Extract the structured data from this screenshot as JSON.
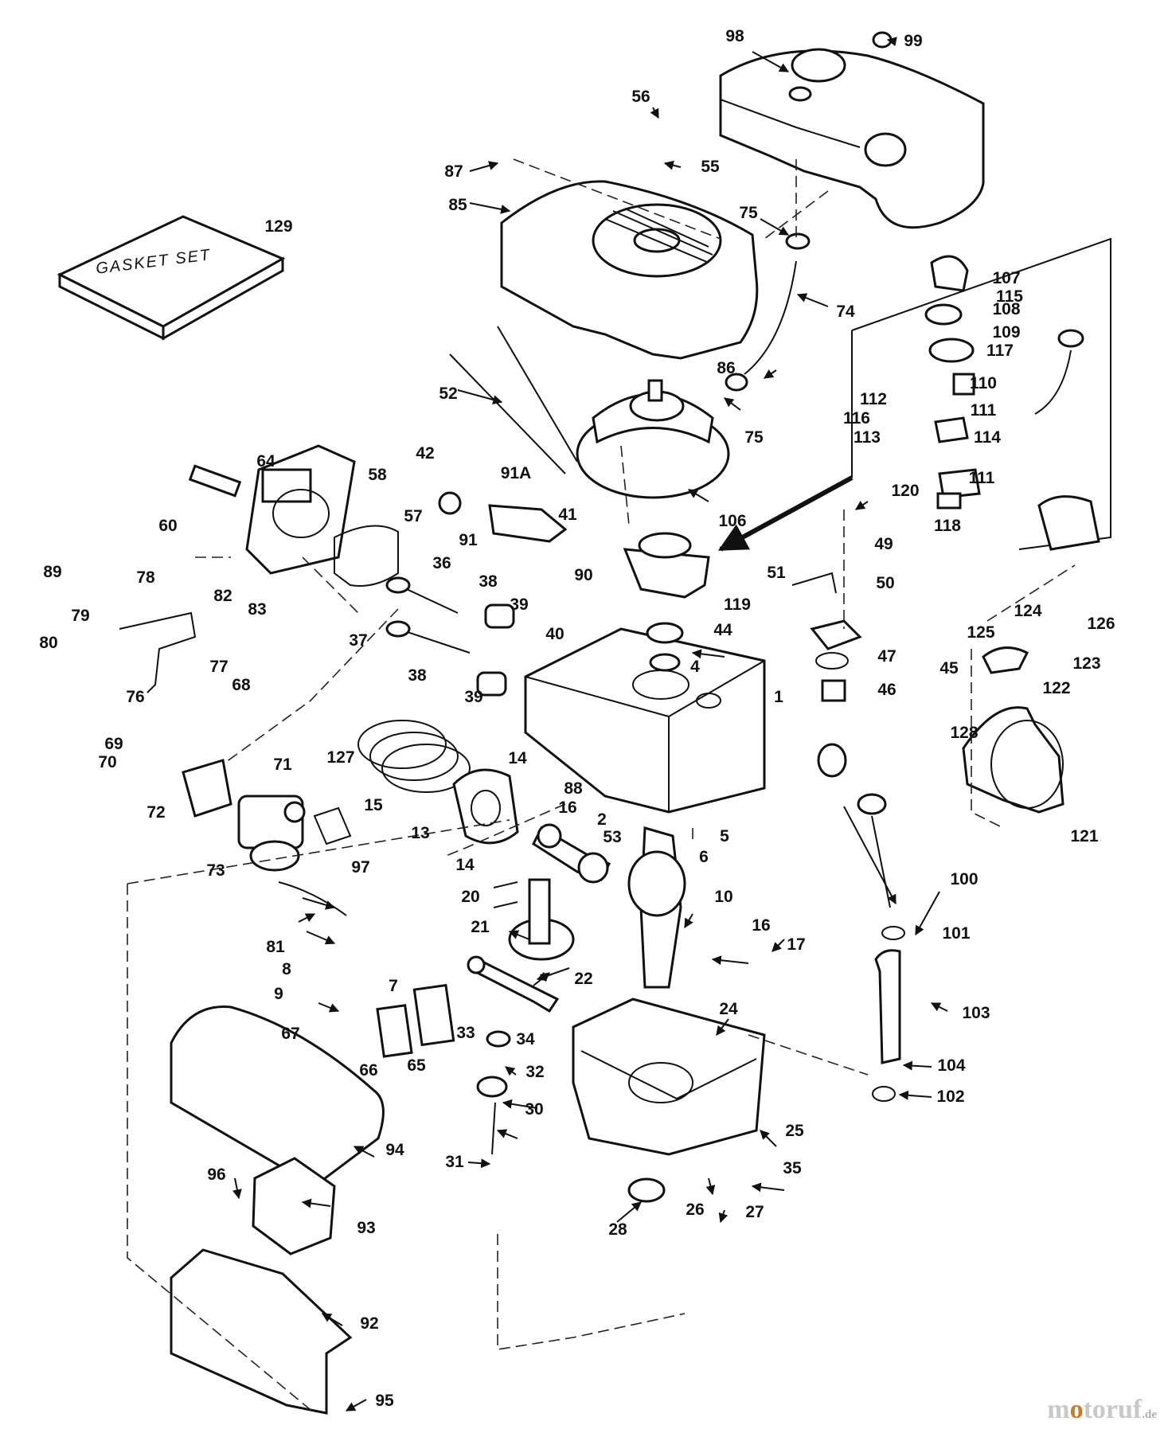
{
  "diagram": {
    "gasket_text": "GASKET SET",
    "callouts": [
      {
        "id": "c98",
        "text": "98"
      },
      {
        "id": "c99",
        "text": "99"
      },
      {
        "id": "c56",
        "text": "56"
      },
      {
        "id": "c55",
        "text": "55"
      },
      {
        "id": "c87",
        "text": "87"
      },
      {
        "id": "c85",
        "text": "85"
      },
      {
        "id": "c75a",
        "text": "75"
      },
      {
        "id": "c129",
        "text": "129"
      },
      {
        "id": "c74",
        "text": "74"
      },
      {
        "id": "c107",
        "text": "107"
      },
      {
        "id": "c115",
        "text": "115"
      },
      {
        "id": "c108",
        "text": "108"
      },
      {
        "id": "c109",
        "text": "109"
      },
      {
        "id": "c117",
        "text": "117"
      },
      {
        "id": "c110",
        "text": "110"
      },
      {
        "id": "c86",
        "text": "86"
      },
      {
        "id": "c52",
        "text": "52"
      },
      {
        "id": "c112",
        "text": "112"
      },
      {
        "id": "c111a",
        "text": "111"
      },
      {
        "id": "c116",
        "text": "116"
      },
      {
        "id": "c113",
        "text": "113"
      },
      {
        "id": "c114",
        "text": "114"
      },
      {
        "id": "c75b",
        "text": "75"
      },
      {
        "id": "c42",
        "text": "42"
      },
      {
        "id": "c64",
        "text": "64"
      },
      {
        "id": "c58",
        "text": "58"
      },
      {
        "id": "c91A",
        "text": "91A"
      },
      {
        "id": "c111b",
        "text": "111"
      },
      {
        "id": "c120",
        "text": "120"
      },
      {
        "id": "c106",
        "text": "106"
      },
      {
        "id": "c41",
        "text": "41"
      },
      {
        "id": "c118",
        "text": "118"
      },
      {
        "id": "c60",
        "text": "60"
      },
      {
        "id": "c57",
        "text": "57"
      },
      {
        "id": "c91",
        "text": "91"
      },
      {
        "id": "c49",
        "text": "49"
      },
      {
        "id": "c36",
        "text": "36"
      },
      {
        "id": "c89",
        "text": "89"
      },
      {
        "id": "c82",
        "text": "82"
      },
      {
        "id": "c78",
        "text": "78"
      },
      {
        "id": "c83",
        "text": "83"
      },
      {
        "id": "c38a",
        "text": "38"
      },
      {
        "id": "c90",
        "text": "90"
      },
      {
        "id": "c51",
        "text": "51"
      },
      {
        "id": "c50",
        "text": "50"
      },
      {
        "id": "c119",
        "text": "119"
      },
      {
        "id": "c79",
        "text": "79"
      },
      {
        "id": "c39a",
        "text": "39"
      },
      {
        "id": "c126",
        "text": "126"
      },
      {
        "id": "c124",
        "text": "124"
      },
      {
        "id": "c44",
        "text": "44"
      },
      {
        "id": "c40",
        "text": "40"
      },
      {
        "id": "c80",
        "text": "80"
      },
      {
        "id": "c37",
        "text": "37"
      },
      {
        "id": "c125",
        "text": "125"
      },
      {
        "id": "c47",
        "text": "47"
      },
      {
        "id": "c123",
        "text": "123"
      },
      {
        "id": "c77",
        "text": "77"
      },
      {
        "id": "c4",
        "text": "4"
      },
      {
        "id": "c45",
        "text": "45"
      },
      {
        "id": "c38b",
        "text": "38"
      },
      {
        "id": "c122",
        "text": "122"
      },
      {
        "id": "c68",
        "text": "68"
      },
      {
        "id": "c46",
        "text": "46"
      },
      {
        "id": "c39b",
        "text": "39"
      },
      {
        "id": "c76",
        "text": "76"
      },
      {
        "id": "c1",
        "text": "1"
      },
      {
        "id": "c128",
        "text": "128"
      },
      {
        "id": "c69",
        "text": "69"
      },
      {
        "id": "c14a",
        "text": "14"
      },
      {
        "id": "c71",
        "text": "71"
      },
      {
        "id": "c127",
        "text": "127"
      },
      {
        "id": "c70",
        "text": "70"
      },
      {
        "id": "c88",
        "text": "88"
      },
      {
        "id": "c15",
        "text": "15"
      },
      {
        "id": "c16a",
        "text": "16"
      },
      {
        "id": "c72",
        "text": "72"
      },
      {
        "id": "c2",
        "text": "2"
      },
      {
        "id": "c13",
        "text": "13"
      },
      {
        "id": "c121",
        "text": "121"
      },
      {
        "id": "c53",
        "text": "53"
      },
      {
        "id": "c5",
        "text": "5"
      },
      {
        "id": "c6",
        "text": "6"
      },
      {
        "id": "c73",
        "text": "73"
      },
      {
        "id": "c97",
        "text": "97"
      },
      {
        "id": "c14b",
        "text": "14"
      },
      {
        "id": "c100",
        "text": "100"
      },
      {
        "id": "c20",
        "text": "20"
      },
      {
        "id": "c10",
        "text": "10"
      },
      {
        "id": "c101",
        "text": "101"
      },
      {
        "id": "c21",
        "text": "21"
      },
      {
        "id": "c81",
        "text": "81"
      },
      {
        "id": "c16b",
        "text": "16"
      },
      {
        "id": "c17",
        "text": "17"
      },
      {
        "id": "c8",
        "text": "8"
      },
      {
        "id": "c22",
        "text": "22"
      },
      {
        "id": "c9",
        "text": "9"
      },
      {
        "id": "c7",
        "text": "7"
      },
      {
        "id": "c103",
        "text": "103"
      },
      {
        "id": "c24",
        "text": "24"
      },
      {
        "id": "c67",
        "text": "67"
      },
      {
        "id": "c33",
        "text": "33"
      },
      {
        "id": "c34",
        "text": "34"
      },
      {
        "id": "c66",
        "text": "66"
      },
      {
        "id": "c65",
        "text": "65"
      },
      {
        "id": "c104",
        "text": "104"
      },
      {
        "id": "c32",
        "text": "32"
      },
      {
        "id": "c102",
        "text": "102"
      },
      {
        "id": "c30",
        "text": "30"
      },
      {
        "id": "c25",
        "text": "25"
      },
      {
        "id": "c31",
        "text": "31"
      },
      {
        "id": "c94",
        "text": "94"
      },
      {
        "id": "c35",
        "text": "35"
      },
      {
        "id": "c96",
        "text": "96"
      },
      {
        "id": "c26",
        "text": "26"
      },
      {
        "id": "c27",
        "text": "27"
      },
      {
        "id": "c93",
        "text": "93"
      },
      {
        "id": "c28",
        "text": "28"
      },
      {
        "id": "c92",
        "text": "92"
      },
      {
        "id": "c95",
        "text": "95"
      }
    ]
  }
}
